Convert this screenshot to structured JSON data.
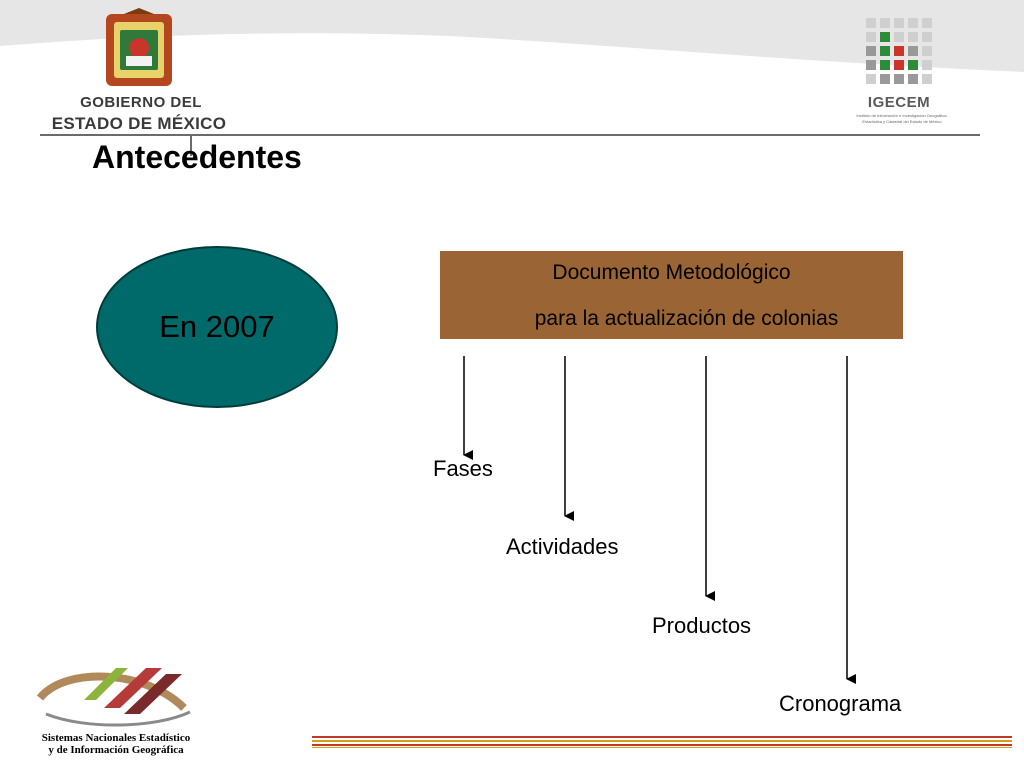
{
  "header": {
    "gov_logo": {
      "line1": "GOBIERNO DEL",
      "line2": "ESTADO DE MÉXICO",
      "icon": "state-seal-icon"
    },
    "igecem_logo": {
      "name": "IGECEM",
      "subtitle_line1": "Instituto de Información e Investigación Geográfica,",
      "subtitle_line2": "Estadística y Catastral del Estado de México",
      "icon": "igecem-grid-icon"
    }
  },
  "title": "Antecedentes",
  "diagram": {
    "ellipse_label": "En 2007",
    "document_box": {
      "line1": "Documento Metodológico",
      "line2": "para la actualización de colonias"
    },
    "nodes": [
      {
        "label": "Fases"
      },
      {
        "label": "Actividades"
      },
      {
        "label": "Productos"
      },
      {
        "label": "Cronograma"
      }
    ]
  },
  "footer": {
    "logo_line1": "Sistemas Nacionales Estadístico",
    "logo_line2": "y de Información Geográfica",
    "icon": "snieg-logo-icon"
  },
  "colors": {
    "ellipse_fill": "#006a6a",
    "box_fill": "#9a6434",
    "stripe_red": "#c0392b",
    "stripe_gold": "#d4a017"
  }
}
